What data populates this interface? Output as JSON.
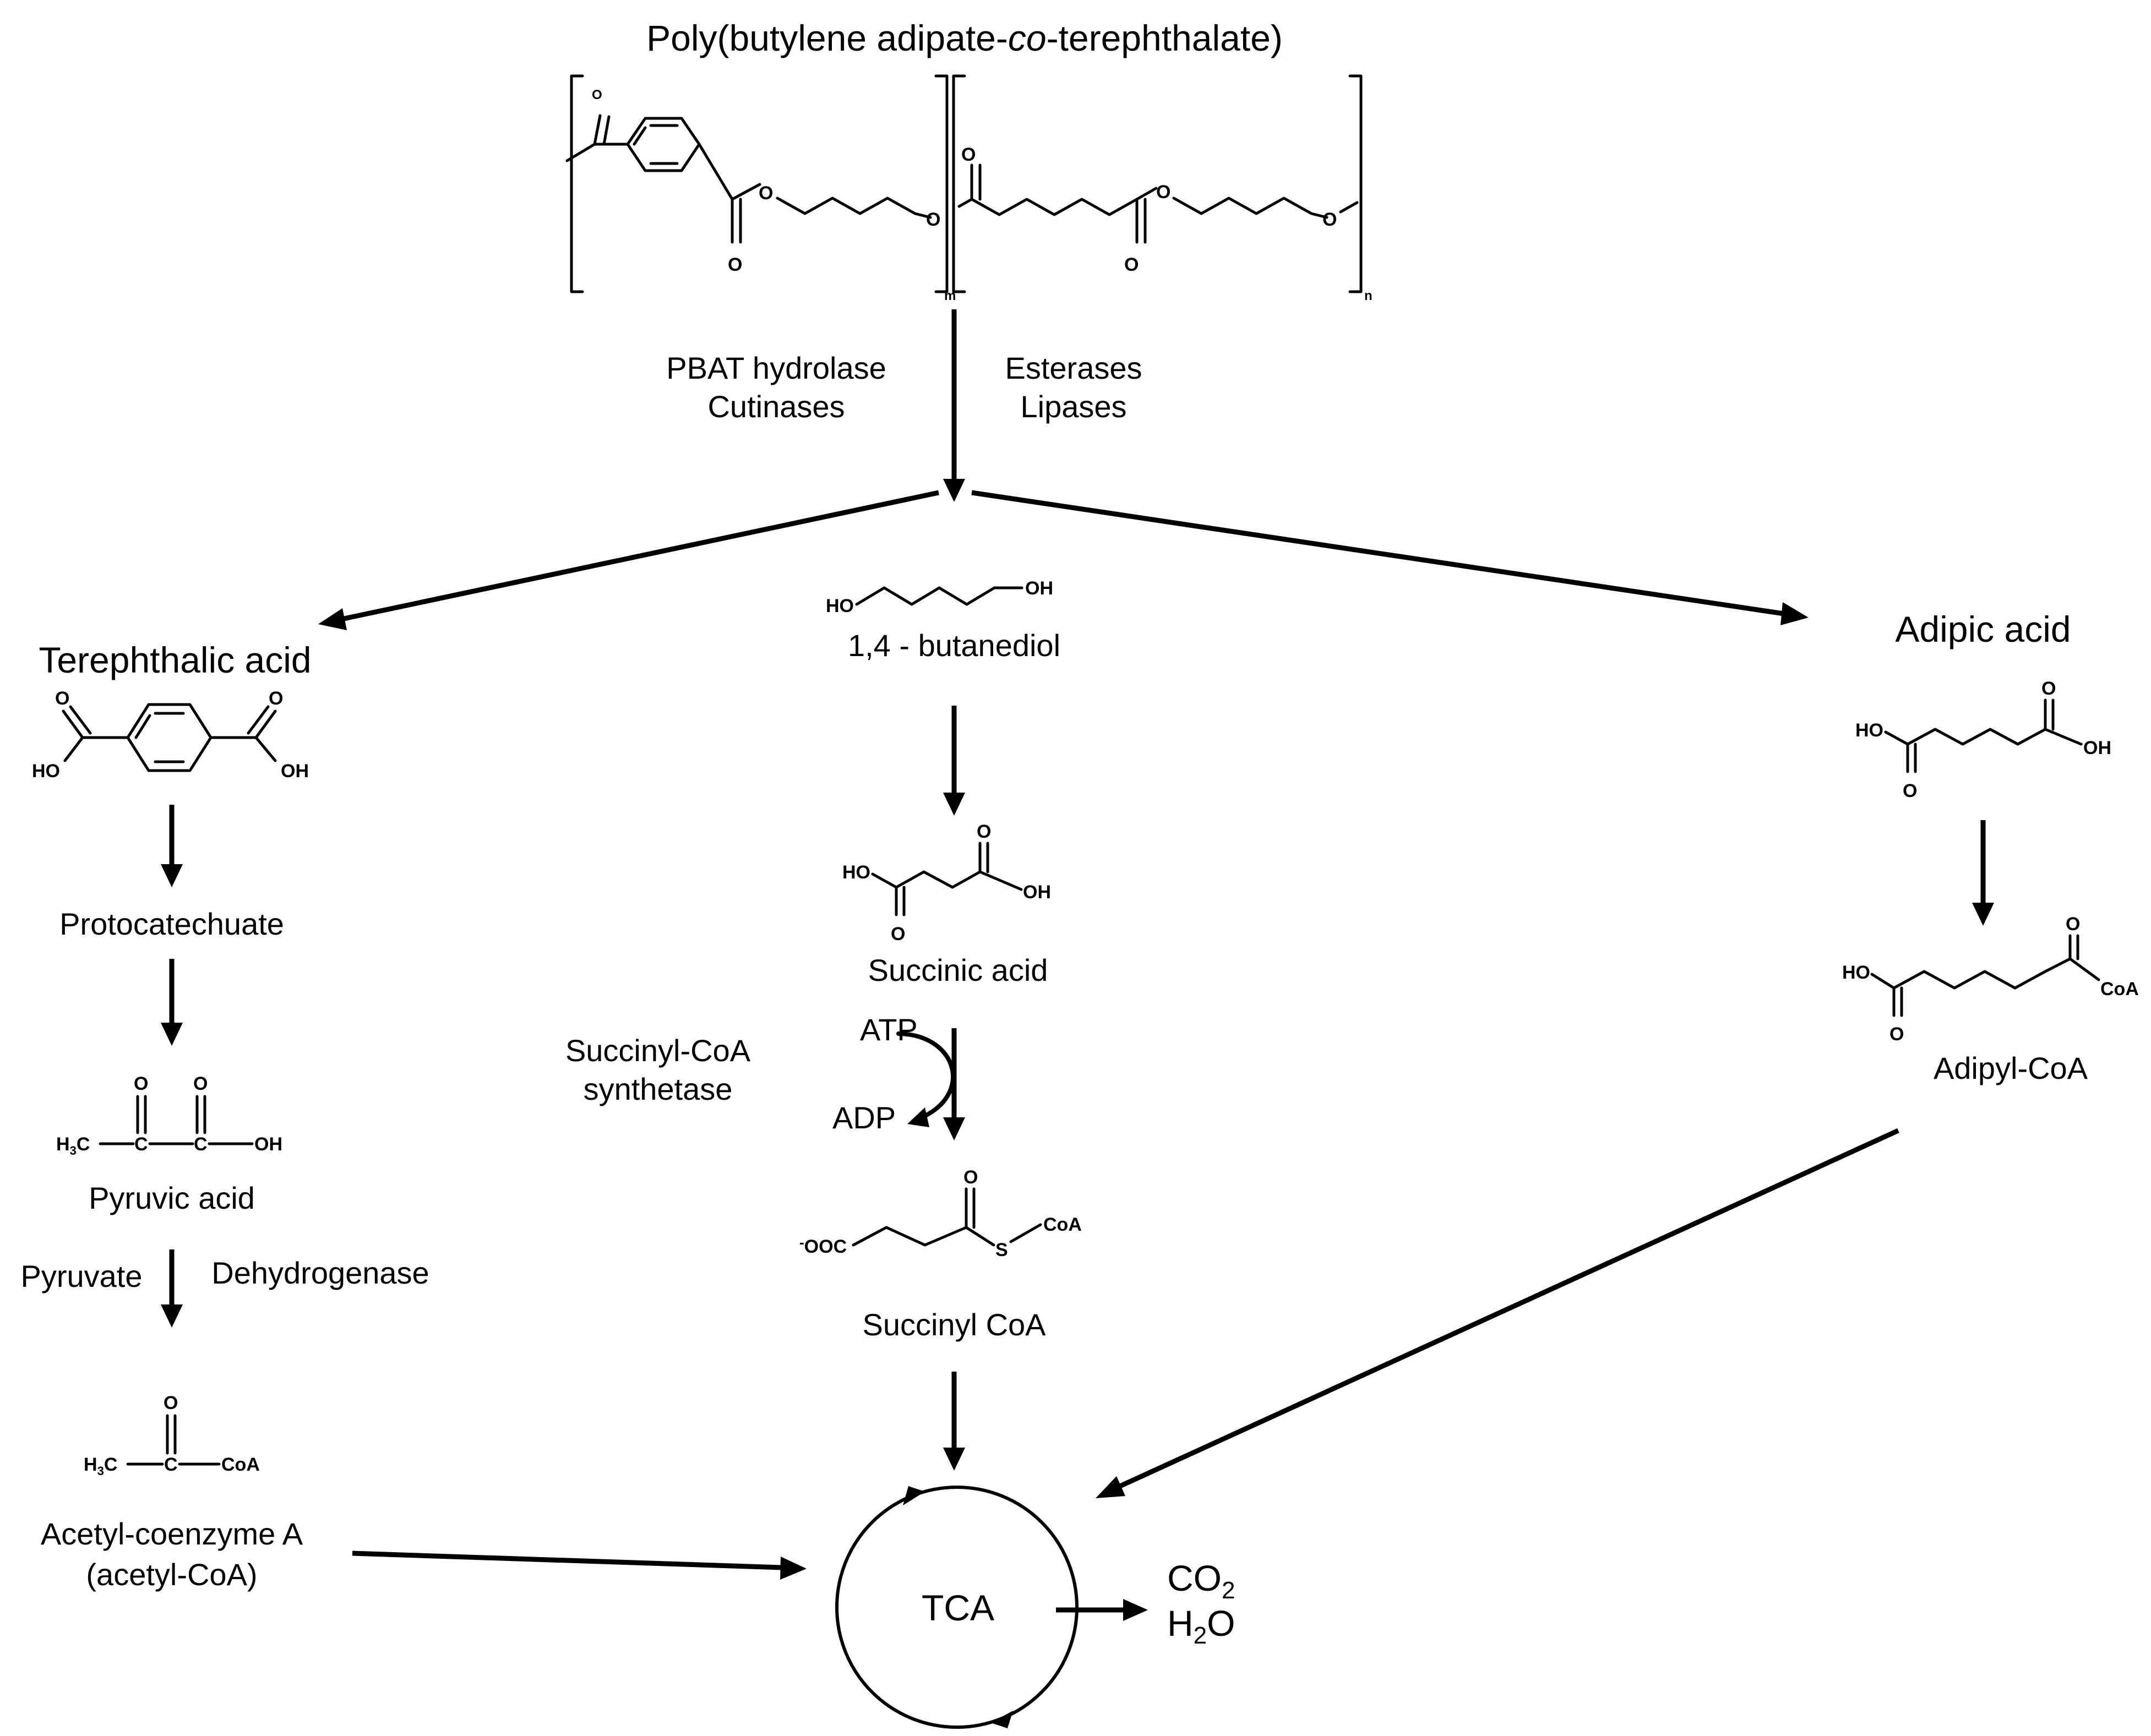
{
  "title": {
    "prefix": "Poly(butylene adipate-",
    "italic": "co",
    "suffix": "-terephthalate)"
  },
  "polymer": {
    "o_atom": "O",
    "repeat_m": "m",
    "repeat_n": "n"
  },
  "enzymes": {
    "left_line1": "PBAT hydrolase",
    "left_line2": "Cutinases",
    "right_line1": "Esterases",
    "right_line2": "Lipases"
  },
  "left_branch": {
    "title": "Terephthalic acid",
    "ho": "HO",
    "oh": "OH",
    "o": "O",
    "protocatechuate": "Protocatechuate",
    "pyruvic_h3c": "H",
    "pyruvic_h3c_sub": "3",
    "pyruvic_h3c_c": "C",
    "pyruvic_c": "C",
    "pyruvic_oh": "OH",
    "pyruvic_label": "Pyruvic acid",
    "enzyme_left": "Pyruvate",
    "enzyme_right": "Dehydrogenase",
    "acetyl_coa_text": "CoA",
    "acetyl_label_1": "Acetyl-coenzyme A",
    "acetyl_label_2": "(acetyl-CoA)"
  },
  "middle_branch": {
    "butanediol_ho": "HO",
    "butanediol_oh": "OH",
    "butanediol_label": "1,4 - butanediol",
    "succinic_ho": "HO",
    "succinic_oh": "OH",
    "succinic_label": "Succinic acid",
    "atp": "ATP",
    "adp": "ADP",
    "enzyme_1": "Succinyl-CoA",
    "enzyme_2": "synthetase",
    "succinylcoa_minus": "-",
    "succinylcoa_ooc": "OOC",
    "succinylcoa_s": "S",
    "succinylcoa_coa": "CoA",
    "succinylcoa_label": "Succinyl CoA"
  },
  "right_branch": {
    "title": "Adipic acid",
    "ho": "HO",
    "oh": "OH",
    "adipylcoa_ho": "HO",
    "adipylcoa_coa": "CoA",
    "adipylcoa_label": "Adipyl-CoA"
  },
  "tca": {
    "label": "TCA",
    "co2": "CO",
    "co2_sub": "2",
    "h2o_h": "H",
    "h2o_sub": "2",
    "h2o_o": "O"
  }
}
